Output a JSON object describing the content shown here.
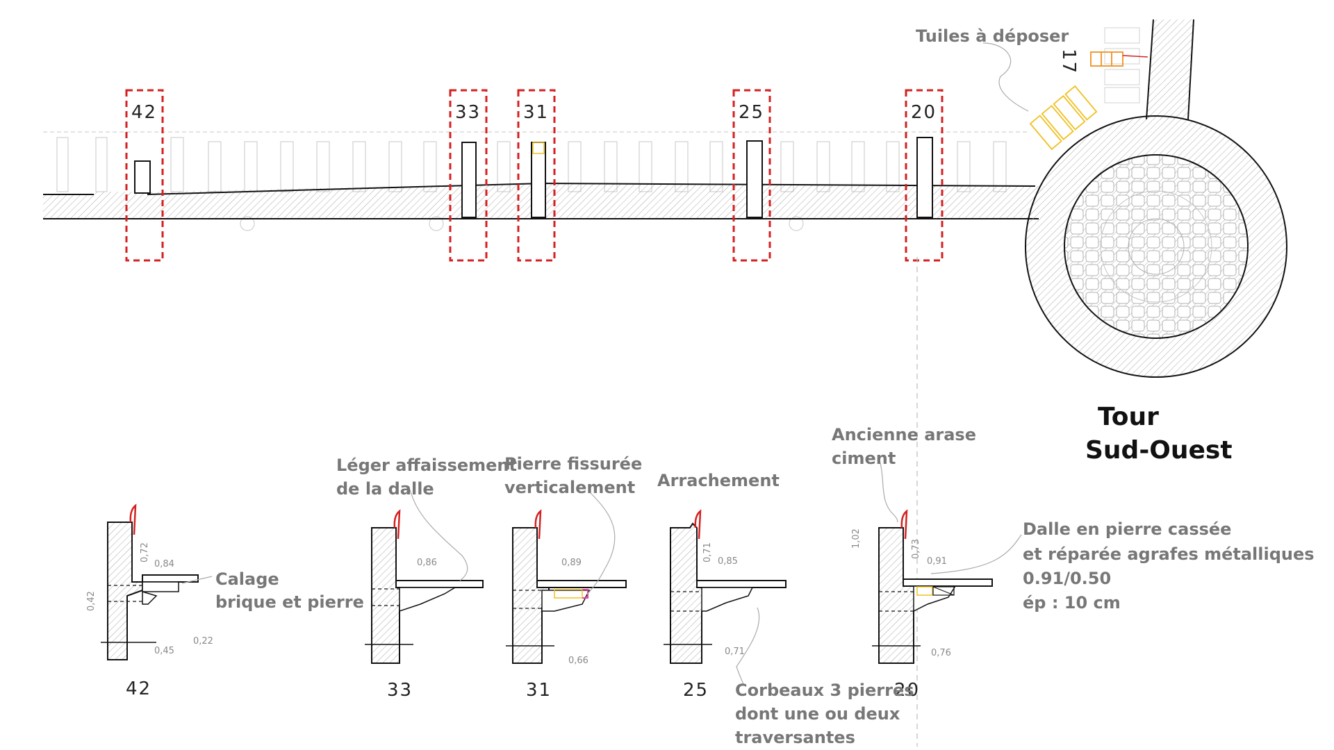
{
  "colors": {
    "line": "#111111",
    "hatch": "#9a9a9a",
    "faint": "#c8c8c8",
    "marker": "#d42020",
    "label": "#777777",
    "highlight_yellow": "#f0c020",
    "highlight_orange": "#f09020",
    "highlight_pink": "#e040a0"
  },
  "plan": {
    "markers": [
      "42",
      "33",
      "31",
      "25",
      "20"
    ],
    "tile_label": "Tuiles à déposer",
    "tile_number": "17",
    "tower_title_1": "Tour",
    "tower_title_2": "Sud-Ouest"
  },
  "sections": [
    {
      "number": "42",
      "dims": {
        "h": "0,72",
        "w": "0,84",
        "side": "0,42",
        "b1": "0,45",
        "b2": "0,22"
      }
    },
    {
      "number": "33",
      "dims": {
        "w": "0,86"
      }
    },
    {
      "number": "31",
      "dims": {
        "w": "0,89",
        "b": "0,66"
      }
    },
    {
      "number": "25",
      "dims": {
        "h": "0,71",
        "w": "0,85",
        "b": "0,71"
      }
    },
    {
      "number": "20",
      "dims": {
        "side": "1,02",
        "h": "0,73",
        "w": "0,91",
        "b": "0,76"
      }
    }
  ],
  "annotations": {
    "calage_1": "Calage",
    "calage_2": "brique et pierre",
    "leger_1": "Léger  affaissement",
    "leger_2": "de la dalle",
    "pierre_1": "Pierre fissurée",
    "pierre_2": "verticalement",
    "arrachement": "Arrachement",
    "corbeaux_1": "Corbeaux 3 pierres",
    "corbeaux_2": "dont une ou deux",
    "corbeaux_3": "traversantes",
    "ancienne_1": "Ancienne arase",
    "ancienne_2": "ciment",
    "dalle_1": "Dalle en pierre cassée",
    "dalle_2": "et réparée agrafes métalliques",
    "dalle_3": "0.91/0.50",
    "dalle_4": "ép : 10 cm"
  }
}
